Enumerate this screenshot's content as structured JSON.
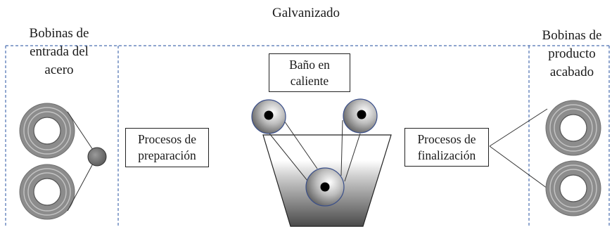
{
  "title": "Galvanizado",
  "left_label": "Bobinas de\nentrada del\nacero",
  "right_label": "Bobinas de\nproducto\nacabado",
  "boxes": {
    "bath": "Baño en\ncaliente",
    "prep": "Procesos de\npreparación",
    "final": "Procesos de\nfinalización"
  },
  "colors": {
    "dashed_border": "#4a6fb0",
    "coil_gray": "#8c8c8c",
    "coil_ring": "#c4c4c4",
    "roller_edge": "#3a4f8a"
  },
  "icons": [
    "steel-coil-icon",
    "roller-icon",
    "bath-tank-icon"
  ]
}
